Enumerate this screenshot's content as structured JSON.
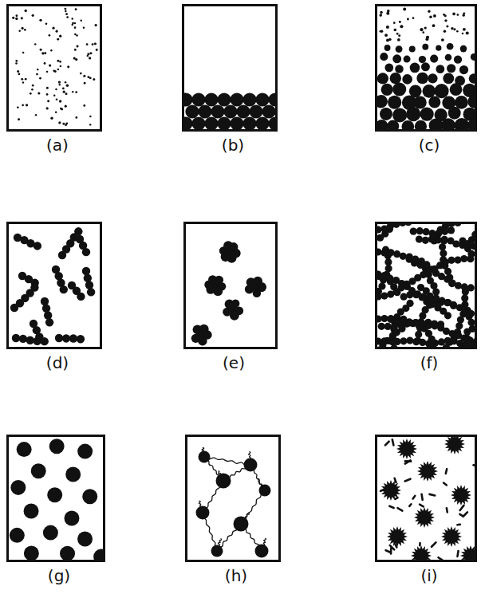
{
  "diagram": {
    "nodes": [
      {
        "text": [
          "(a)"
        ]
      },
      {
        "text": [
          "(b)"
        ]
      },
      {
        "text": [
          "(c)"
        ]
      },
      {
        "text": [
          "(d)"
        ]
      },
      {
        "text": [
          "(e)"
        ]
      },
      {
        "text": [
          "(f)"
        ]
      },
      {
        "text": [
          "(g)"
        ]
      },
      {
        "text": [
          "(h)"
        ]
      },
      {
        "text": [
          "(i)"
        ]
      }
    ]
  }
}
